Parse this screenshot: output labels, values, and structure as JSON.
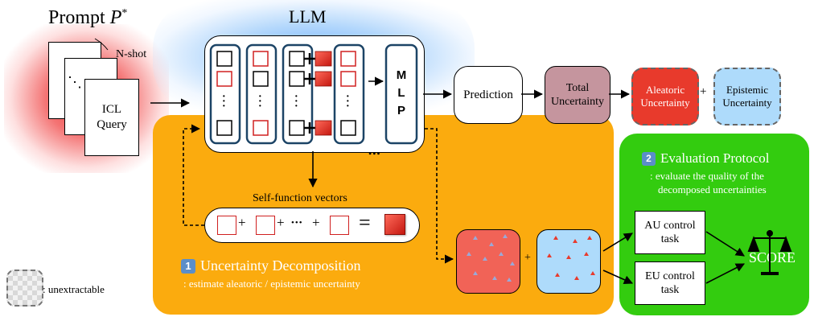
{
  "prompt": {
    "title": "Prompt",
    "symbol": "P",
    "superscript": "*",
    "nshot": "N-shot",
    "dots": "⋱",
    "query_line1": "ICL",
    "query_line2": "Query"
  },
  "llm": {
    "title": "LLM",
    "mlp_letters": [
      "M",
      "L",
      "P"
    ],
    "ellipsis": "…",
    "more_dots": "•••"
  },
  "outputs": {
    "prediction": "Prediction",
    "total_l1": "Total",
    "total_l2": "Uncertainty",
    "aleatoric_l1": "Aleatoric",
    "aleatoric_l2": "Uncertainty",
    "plus": "+",
    "epistemic_l1": "Epistemic",
    "epistemic_l2": "Uncertainty"
  },
  "self_function": {
    "label": "Self-function vectors",
    "plus": "+",
    "dots": "•••",
    "equals": "="
  },
  "decomposition": {
    "number": "1",
    "title": "Uncertainty Decomposition",
    "subtitle": ": estimate aleatoric / epistemic uncertainty",
    "plus": "+"
  },
  "evaluation": {
    "number": "2",
    "title": "Evaluation Protocol",
    "subtitle_l1": ": evaluate the quality of the",
    "subtitle_l2": "decomposed uncertainties",
    "au_l1": "AU control",
    "au_l2": "task",
    "eu_l1": "EU control",
    "eu_l2": "task",
    "score": "SCORE"
  },
  "legend": {
    "label": ": unextractable"
  },
  "colors": {
    "orange": "#FBAB0E",
    "green": "#33CC0F",
    "red": "#E83A2C",
    "redbox": "#F16357",
    "blue": "#AEDBFB",
    "mauve": "#C5959E",
    "navy": "#1C4466"
  }
}
